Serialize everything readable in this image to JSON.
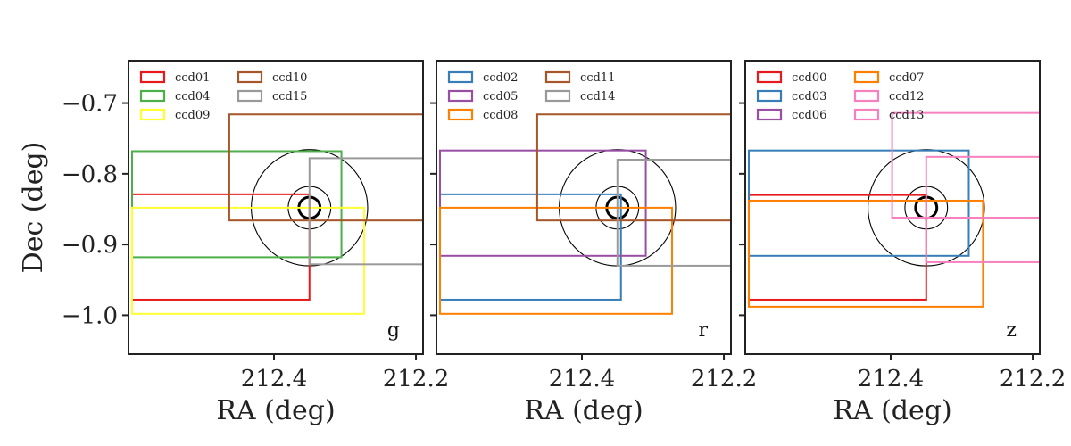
{
  "chart_data": [
    {
      "type": "line",
      "panel_label": "g",
      "xlabel": "RA (deg)",
      "ylabel": "Dec (deg)",
      "x_ticks": [
        212.4,
        212.2
      ],
      "y_ticks": [
        -0.7,
        -0.8,
        -0.9,
        -1.0
      ],
      "x_ticks_text": [
        "212.4",
        "212.2"
      ],
      "y_ticks_text": [
        "−0.7",
        "−0.8",
        "−0.9",
        "−1.0"
      ],
      "xlim": [
        212.605,
        212.19
      ],
      "ylim": [
        -1.055,
        -0.64
      ],
      "x_inverted": true,
      "grid": false,
      "legend_position": "top-left",
      "legend_columns": 2,
      "target": {
        "ra": 212.35,
        "dec": -0.848,
        "radii": [
          0.015,
          0.03,
          0.082
        ]
      },
      "series": [
        {
          "name": "ccd01",
          "color": "#e41a1c",
          "ra_range": [
            212.35,
            212.6
          ],
          "dec_range": [
            -0.978,
            -0.829
          ]
        },
        {
          "name": "ccd04",
          "color": "#4daf4a",
          "ra_range": [
            212.305,
            212.6
          ],
          "dec_range": [
            -0.918,
            -0.768
          ]
        },
        {
          "name": "ccd09",
          "color": "#ffff33",
          "ra_range": [
            212.273,
            212.6
          ],
          "dec_range": [
            -0.998,
            -0.848
          ]
        },
        {
          "name": "ccd10",
          "color": "#a65628",
          "ra_range": [
            212.19,
            212.463
          ],
          "dec_range": [
            -0.866,
            -0.716
          ]
        },
        {
          "name": "ccd15",
          "color": "#999999",
          "ra_range": [
            212.19,
            212.35
          ],
          "dec_range": [
            -0.928,
            -0.778
          ]
        }
      ]
    },
    {
      "type": "line",
      "panel_label": "r",
      "xlabel": "RA (deg)",
      "ylabel": "",
      "x_ticks": [
        212.4,
        212.2
      ],
      "y_ticks": [
        -0.7,
        -0.8,
        -0.9,
        -1.0
      ],
      "x_ticks_text": [
        "212.4",
        "212.2"
      ],
      "xlim": [
        212.605,
        212.19
      ],
      "ylim": [
        -1.055,
        -0.64
      ],
      "x_inverted": true,
      "grid": false,
      "legend_position": "top-left",
      "legend_columns": 2,
      "target": {
        "ra": 212.35,
        "dec": -0.848,
        "radii": [
          0.015,
          0.03,
          0.082
        ]
      },
      "series": [
        {
          "name": "ccd02",
          "color": "#377eb8",
          "ra_range": [
            212.345,
            212.6
          ],
          "dec_range": [
            -0.978,
            -0.829
          ]
        },
        {
          "name": "ccd05",
          "color": "#984ea3",
          "ra_range": [
            212.31,
            212.6
          ],
          "dec_range": [
            -0.916,
            -0.767
          ]
        },
        {
          "name": "ccd08",
          "color": "#ff7f00",
          "ra_range": [
            212.273,
            212.6
          ],
          "dec_range": [
            -0.998,
            -0.848
          ]
        },
        {
          "name": "ccd11",
          "color": "#a65628",
          "ra_range": [
            212.19,
            212.463
          ],
          "dec_range": [
            -0.866,
            -0.716
          ]
        },
        {
          "name": "ccd14",
          "color": "#999999",
          "ra_range": [
            212.19,
            212.35
          ],
          "dec_range": [
            -0.93,
            -0.78
          ]
        }
      ]
    },
    {
      "type": "line",
      "panel_label": "z",
      "xlabel": "RA (deg)",
      "ylabel": "",
      "x_ticks": [
        212.4,
        212.2
      ],
      "y_ticks": [
        -0.7,
        -0.8,
        -0.9,
        -1.0
      ],
      "x_ticks_text": [
        "212.4",
        "212.2"
      ],
      "xlim": [
        212.605,
        212.19
      ],
      "ylim": [
        -1.055,
        -0.64
      ],
      "x_inverted": true,
      "grid": false,
      "legend_position": "top-left",
      "legend_columns": 2,
      "target": {
        "ra": 212.35,
        "dec": -0.848,
        "radii": [
          0.015,
          0.03,
          0.082
        ]
      },
      "series": [
        {
          "name": "ccd00",
          "color": "#e41a1c",
          "ra_range": [
            212.35,
            212.6
          ],
          "dec_range": [
            -0.978,
            -0.83
          ]
        },
        {
          "name": "ccd03",
          "color": "#377eb8",
          "ra_range": [
            212.29,
            212.6
          ],
          "dec_range": [
            -0.916,
            -0.767
          ]
        },
        {
          "name": "ccd06",
          "color": "#984ea3",
          "ra_range": [
            212.6,
            212.6
          ],
          "dec_range": [
            -0.8,
            -0.8
          ]
        },
        {
          "name": "ccd07",
          "color": "#ff7f00",
          "ra_range": [
            212.27,
            212.6
          ],
          "dec_range": [
            -0.988,
            -0.838
          ]
        },
        {
          "name": "ccd12",
          "color": "#f781bf",
          "ra_range": [
            212.19,
            212.398
          ],
          "dec_range": [
            -0.862,
            -0.714
          ]
        },
        {
          "name": "ccd13",
          "color": "#f781bf",
          "ra_range": [
            212.19,
            212.35
          ],
          "dec_range": [
            -0.925,
            -0.776
          ]
        }
      ]
    }
  ]
}
